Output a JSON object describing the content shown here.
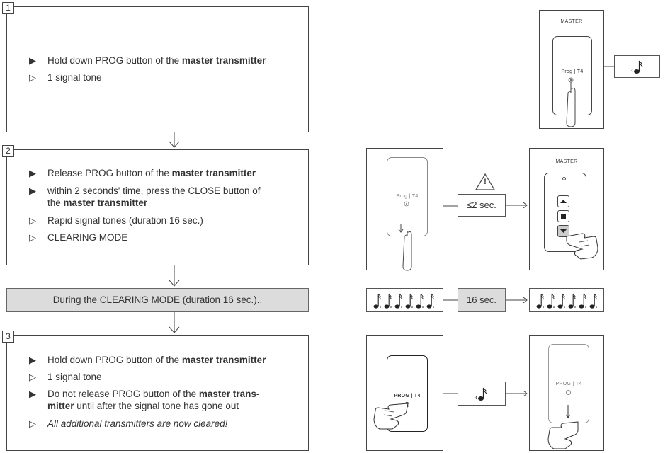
{
  "steps": [
    {
      "num": "1",
      "lines": [
        {
          "marker": "filled",
          "pre": "Hold down PROG button of the ",
          "bold": "master transmitter",
          "post": ""
        },
        {
          "marker": "open",
          "pre": "1 signal tone",
          "bold": "",
          "post": ""
        }
      ]
    },
    {
      "num": "2",
      "lines": [
        {
          "marker": "filled",
          "pre": "Release PROG button of the ",
          "bold": "master transmitter",
          "post": ""
        },
        {
          "marker": "filled",
          "pre": "within 2 seconds' time, press the CLOSE button of",
          "bold": "",
          "post": ""
        },
        {
          "marker": "none",
          "pre": "the ",
          "bold": "master transmitter",
          "post": ""
        },
        {
          "marker": "open",
          "pre": "Rapid signal tones (duration 16 sec.)",
          "bold": "",
          "post": ""
        },
        {
          "marker": "open",
          "pre": "CLEARING MODE",
          "bold": "",
          "post": ""
        }
      ]
    },
    {
      "num": "3",
      "lines": [
        {
          "marker": "filled",
          "pre": "Hold down PROG button of the ",
          "bold": "master transmitter",
          "post": ""
        },
        {
          "marker": "open",
          "pre": "1 signal tone",
          "bold": "",
          "post": ""
        },
        {
          "marker": "filled",
          "pre": "Do not release PROG button of the ",
          "bold": "master trans-",
          "post": ""
        },
        {
          "marker": "none",
          "pre": "",
          "bold": "mitter",
          "post": " until after the signal tone has gone out"
        },
        {
          "marker": "open",
          "pre": "",
          "bold": "",
          "post": "",
          "italic": "All additional transmitters are now cleared!"
        }
      ]
    }
  ],
  "clearing_bar": "During the CLEARING MODE (duration 16 sec.)..",
  "illustrations": {
    "master_label": "MASTER",
    "prog_t4": "Prog | T4",
    "prog_t4_caps": "PROG | T4",
    "timer_label": "≤2 sec.",
    "duration_label": "16 sec.",
    "warning_symbol": "!"
  },
  "colors": {
    "border": "#444444",
    "bar": "#dcdcdc",
    "text": "#333333"
  }
}
